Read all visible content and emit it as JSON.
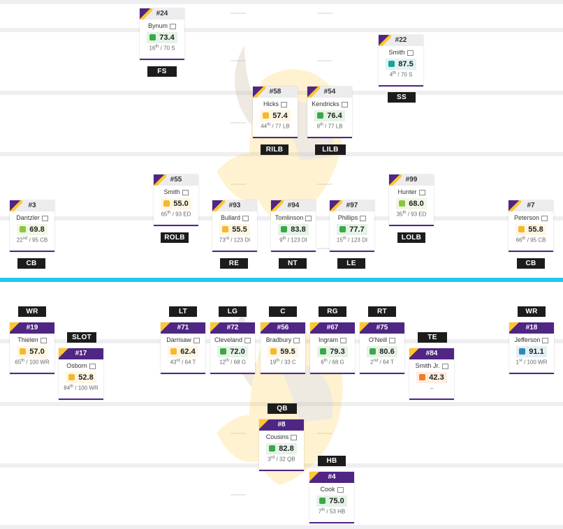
{
  "colors": {
    "team_purple": "#4f2683",
    "team_gold": "#ffc62f",
    "line_of_scrimmage": "#1ec8f0",
    "grade_elite_teal": "#1aa39a",
    "grade_high_green": "#3aa84a",
    "grade_above_lime": "#8cc63f",
    "grade_avg_yellow": "#f5b82e",
    "grade_low_orange": "#f07a2a",
    "grade_blue": "#2a8ab8"
  },
  "defense": [
    {
      "id": "fs",
      "position": "FS",
      "number": "#24",
      "name": "Bynum",
      "grade": "73.4",
      "grade_color": "#3aa84a",
      "rank_num": "16",
      "rank_suffix": "th",
      "rank_rest": "/ 70 S"
    },
    {
      "id": "ss",
      "position": "SS",
      "number": "#22",
      "name": "Smith",
      "grade": "87.5",
      "grade_color": "#1aa39a",
      "rank_num": "4",
      "rank_suffix": "th",
      "rank_rest": "/ 70 S"
    },
    {
      "id": "rilb",
      "position": "RILB",
      "number": "#58",
      "name": "Hicks",
      "grade": "57.4",
      "grade_color": "#f5b82e",
      "rank_num": "44",
      "rank_suffix": "th",
      "rank_rest": "/ 77 LB"
    },
    {
      "id": "lilb",
      "position": "LILB",
      "number": "#54",
      "name": "Kendricks",
      "grade": "76.4",
      "grade_color": "#3aa84a",
      "rank_num": "9",
      "rank_suffix": "th",
      "rank_rest": "/ 77 LB"
    },
    {
      "id": "rolb",
      "position": "ROLB",
      "number": "#55",
      "name": "Smith",
      "grade": "55.0",
      "grade_color": "#f5b82e",
      "rank_num": "65",
      "rank_suffix": "th",
      "rank_rest": "/ 93 ED"
    },
    {
      "id": "lolb",
      "position": "LOLB",
      "number": "#99",
      "name": "Hunter",
      "grade": "68.0",
      "grade_color": "#8cc63f",
      "rank_num": "35",
      "rank_suffix": "th",
      "rank_rest": "/ 93 ED"
    },
    {
      "id": "cb-left",
      "position": "CB",
      "number": "#3",
      "name": "Dantzler",
      "grade": "69.8",
      "grade_color": "#8cc63f",
      "rank_num": "22",
      "rank_suffix": "nd",
      "rank_rest": "/ 95 CB"
    },
    {
      "id": "re",
      "position": "RE",
      "number": "#93",
      "name": "Bullard",
      "grade": "55.5",
      "grade_color": "#f5b82e",
      "rank_num": "73",
      "rank_suffix": "rd",
      "rank_rest": "/ 123 DI"
    },
    {
      "id": "nt",
      "position": "NT",
      "number": "#94",
      "name": "Tomlinson",
      "grade": "83.8",
      "grade_color": "#3aa84a",
      "rank_num": "9",
      "rank_suffix": "th",
      "rank_rest": "/ 123 DI"
    },
    {
      "id": "le",
      "position": "LE",
      "number": "#97",
      "name": "Phillips",
      "grade": "77.7",
      "grade_color": "#3aa84a",
      "rank_num": "15",
      "rank_suffix": "th",
      "rank_rest": "/ 123 DI"
    },
    {
      "id": "cb-right",
      "position": "CB",
      "number": "#7",
      "name": "Peterson",
      "grade": "55.8",
      "grade_color": "#f5b82e",
      "rank_num": "66",
      "rank_suffix": "th",
      "rank_rest": "/ 95 CB"
    }
  ],
  "offense": [
    {
      "id": "wr-left",
      "position": "WR",
      "number": "#19",
      "name": "Thielen",
      "grade": "57.0",
      "grade_color": "#f5b82e",
      "rank_num": "65",
      "rank_suffix": "th",
      "rank_rest": "/ 100 WR"
    },
    {
      "id": "slot",
      "position": "SLOT",
      "number": "#17",
      "name": "Osborn",
      "grade": "52.8",
      "grade_color": "#f5b82e",
      "rank_num": "84",
      "rank_suffix": "th",
      "rank_rest": "/ 100 WR"
    },
    {
      "id": "lt",
      "position": "LT",
      "number": "#71",
      "name": "Darrisaw",
      "grade": "62.4",
      "grade_color": "#f5b82e",
      "rank_num": "43",
      "rank_suffix": "rd",
      "rank_rest": "/ 64 T"
    },
    {
      "id": "lg",
      "position": "LG",
      "number": "#72",
      "name": "Cleveland",
      "grade": "72.0",
      "grade_color": "#3aa84a",
      "rank_num": "12",
      "rank_suffix": "th",
      "rank_rest": "/ 68 G"
    },
    {
      "id": "c",
      "position": "C",
      "number": "#56",
      "name": "Bradbury",
      "grade": "59.5",
      "grade_color": "#f5b82e",
      "rank_num": "19",
      "rank_suffix": "th",
      "rank_rest": "/ 33 C"
    },
    {
      "id": "rg",
      "position": "RG",
      "number": "#67",
      "name": "Ingram",
      "grade": "79.3",
      "grade_color": "#3aa84a",
      "rank_num": "6",
      "rank_suffix": "th",
      "rank_rest": "/ 68 G"
    },
    {
      "id": "rt",
      "position": "RT",
      "number": "#75",
      "name": "O'Neill",
      "grade": "80.6",
      "grade_color": "#3aa84a",
      "rank_num": "2",
      "rank_suffix": "nd",
      "rank_rest": "/ 64 T"
    },
    {
      "id": "te",
      "position": "TE",
      "number": "#84",
      "name": "Smith Jr.",
      "grade": "42.3",
      "grade_color": "#f07a2a",
      "rank_num": "",
      "rank_suffix": "",
      "rank_rest": "–"
    },
    {
      "id": "wr-right",
      "position": "WR",
      "number": "#18",
      "name": "Jefferson",
      "grade": "91.1",
      "grade_color": "#2a8ab8",
      "rank_num": "1",
      "rank_suffix": "st",
      "rank_rest": "/ 100 WR"
    },
    {
      "id": "qb",
      "position": "QB",
      "number": "#8",
      "name": "Cousins",
      "grade": "82.8",
      "grade_color": "#3aa84a",
      "rank_num": "3",
      "rank_suffix": "rd",
      "rank_rest": "/ 32 QB"
    },
    {
      "id": "hb",
      "position": "HB",
      "number": "#4",
      "name": "Cook",
      "grade": "75.0",
      "grade_color": "#3aa84a",
      "rank_num": "7",
      "rank_suffix": "th",
      "rank_rest": "/ 53 HB"
    }
  ]
}
